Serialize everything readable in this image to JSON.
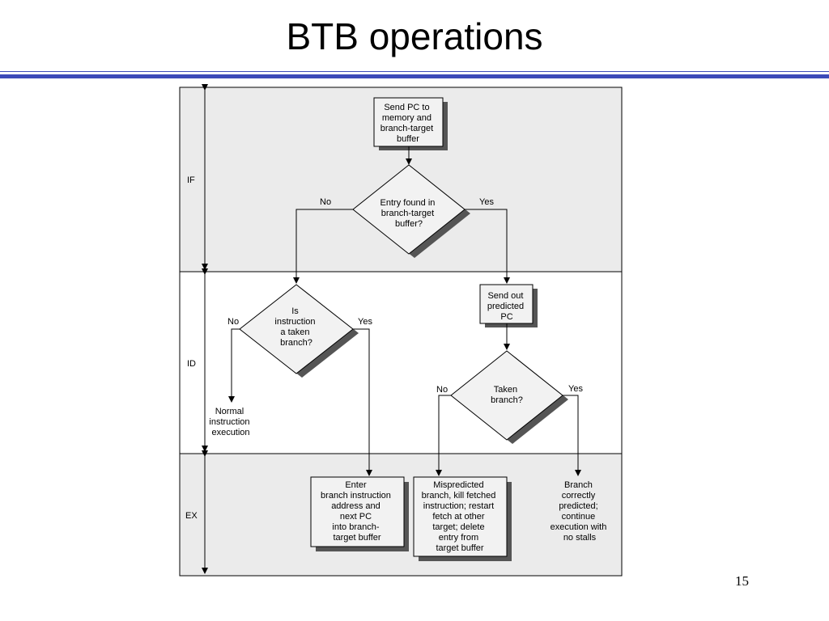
{
  "slide": {
    "title": "BTB operations",
    "page_number": "15"
  },
  "stages": {
    "if": "IF",
    "id": "ID",
    "ex": "EX"
  },
  "nodes": {
    "send_pc": [
      "Send PC to",
      "memory and",
      "branch-target",
      "buffer"
    ],
    "entry_found": [
      "Entry found in",
      "branch-target",
      "buffer?"
    ],
    "is_taken": [
      "Is",
      "instruction",
      "a taken",
      "branch?"
    ],
    "send_predicted": [
      "Send out",
      "predicted",
      "PC"
    ],
    "taken_branch": [
      "Taken",
      "branch?"
    ],
    "normal_exec": [
      "Normal",
      "instruction",
      "execution"
    ],
    "enter_branch": [
      "Enter",
      "branch instruction",
      "address and",
      "next PC",
      "into branch-",
      "target buffer"
    ],
    "mispredicted": [
      "Mispredicted",
      "branch, kill fetched",
      "instruction; restart",
      "fetch at other",
      "target; delete",
      "entry from",
      "target buffer"
    ],
    "correct": [
      "Branch",
      "correctly",
      "predicted;",
      "continue",
      "execution with",
      "no stalls"
    ]
  },
  "edges": {
    "entry_no": "No",
    "entry_yes": "Yes",
    "taken_no": "No",
    "taken_yes": "Yes",
    "tb_no": "No",
    "tb_yes": "Yes"
  },
  "colors": {
    "shaded_band": "#ebebeb",
    "box_fill": "#f2f2f2",
    "shadow": "#555555",
    "rule": "#3c4ab8"
  }
}
